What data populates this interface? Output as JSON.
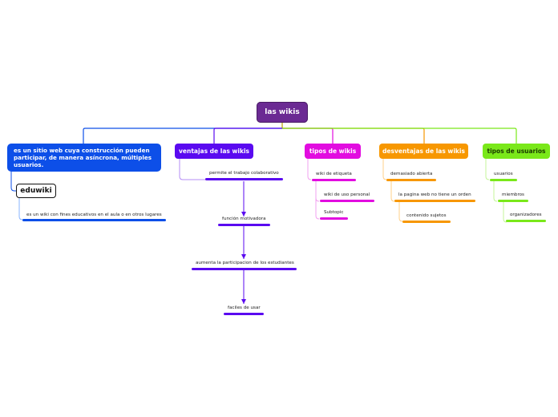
{
  "root": {
    "label": "las wikis",
    "color": "#6b2a93"
  },
  "branches": [
    {
      "label": "es un sitio web cuya construcción pueden participar, de manera asíncrona, múltiples usuarios.",
      "color": "#0d4fe8"
    },
    {
      "label": "ventajas de las wikis",
      "color": "#5a0af0"
    },
    {
      "label": "tipos de wikis",
      "color": "#e20ce0"
    },
    {
      "label": "desventajas de las wikis",
      "color": "#f79700"
    },
    {
      "label": "tipos de usuarios",
      "color": "#7ae81a"
    }
  ],
  "eduwiki": {
    "label": "eduwiki",
    "child": "es un wiki con fines educativos en el aula o en otros lugares"
  },
  "ventajas": {
    "items": [
      "permite el trabajo colaborativo",
      "función motivadora",
      "aumenta la participacion de los estudiantes",
      "faciles de usar"
    ]
  },
  "tipos": {
    "items": [
      "wiki de etiqueta",
      "wiki de uso personal",
      "Subtopic"
    ]
  },
  "desventajas": {
    "items": [
      "demasiado abierta",
      "la pagina web no tiene un orden",
      "contenido sujetos"
    ]
  },
  "usuarios": {
    "items": [
      "usuarios",
      "miembros",
      "organizadores"
    ]
  }
}
